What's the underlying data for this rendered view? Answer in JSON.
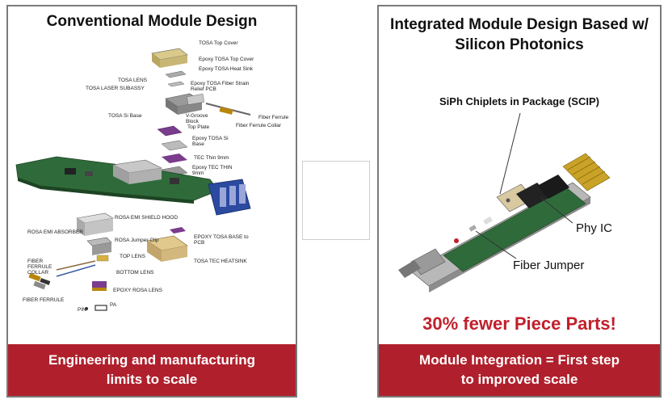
{
  "left": {
    "title": "Conventional Module Design",
    "footer_line1": "Engineering and manufacturing",
    "footer_line2": "limits to scale",
    "labels": [
      "TOSA Top Cover",
      "Epoxy TOSA Top Cover",
      "Epoxy TOSA Heat Sink",
      "TOSA LENS",
      "TOSA LASER SUBASSY",
      "Epoxy TOSA Fiber Strain Relief PCB",
      "TOSA Si Base",
      "V-Groove Block",
      "Top Plate",
      "Fiber Ferrule",
      "Fiber Ferrule Collar",
      "Epoxy TOSA Si Base",
      "TEC Thin 9mm",
      "Epoxy TEC THIN 9mm",
      "ROSA EMI SHIELD HOOD",
      "ROSA EMI ABSORBER",
      "ROSA Jumper Clip",
      "EPOXY TOSA BASE to PCB",
      "TOP LENS",
      "TOSA TEC HEATSINK",
      "FIBER FERRULE COLLAR",
      "BOTTOM LENS",
      "EPOXY ROSA LENS",
      "FIBER FERRULE",
      "PIN",
      "PA"
    ]
  },
  "right": {
    "title_line1": "Integrated Module Design Based w/",
    "title_line2": "Silicon Photonics",
    "scip_label": "SiPh Chiplets in Package (SCIP)",
    "phy_label": "Phy IC",
    "fiber_label": "Fiber Jumper",
    "highlight": "30% fewer Piece Parts!",
    "footer_line1": "Module Integration = First step",
    "footer_line2": "to improved scale"
  },
  "colors": {
    "footer_bg": "#b0202c",
    "highlight": "#c0202c",
    "pcb_green": "#2f6b3a",
    "gold": "#c9a227",
    "purple": "#7a3c8c",
    "blue": "#2b4aa0"
  }
}
